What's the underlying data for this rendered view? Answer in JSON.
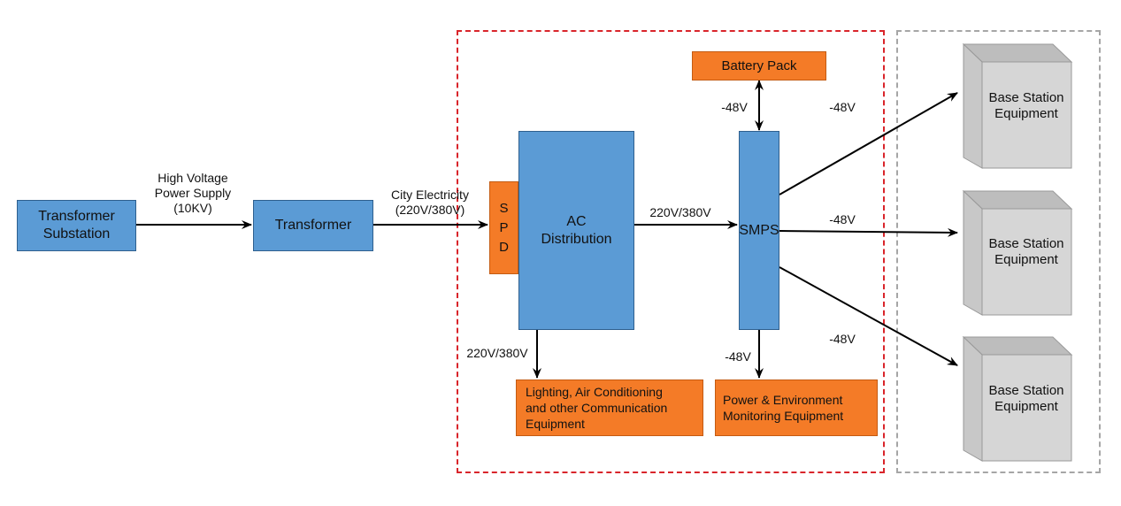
{
  "colors": {
    "blue_box": "#5b9bd5",
    "orange_box": "#f47b27",
    "red_frame": "#d9252b",
    "grey_frame": "#a6a6a6",
    "equipment_face": "#d6d6d6"
  },
  "nodes": {
    "transformer_substation": "Transformer\nSubstation",
    "transformer": "Transformer",
    "spd": [
      "S",
      "P",
      "D"
    ],
    "ac_distribution": "AC\nDistribution",
    "smps": "SMPS",
    "battery_pack": "Battery Pack",
    "lighting": "Lighting, Air Conditioning\nand other Communication\nEquipment",
    "monitoring": "Power & Environment\nMonitoring Equipment",
    "base_stations": [
      "Base Station\nEquipment",
      "Base Station\nEquipment",
      "Base Station\nEquipment"
    ]
  },
  "edge_labels": {
    "high_voltage": "High Voltage\nPower Supply\n(10KV)",
    "city_electricity": "City Electricity\n(220V/380V)",
    "ac_to_smps": "220V/380V",
    "ac_to_lighting": "220V/380V",
    "battery_to_smps": "-48V",
    "smps_to_monitoring": "-48V",
    "smps_to_bs1": "-48V",
    "smps_to_bs2": "-48V",
    "smps_to_bs3": "-48V"
  }
}
